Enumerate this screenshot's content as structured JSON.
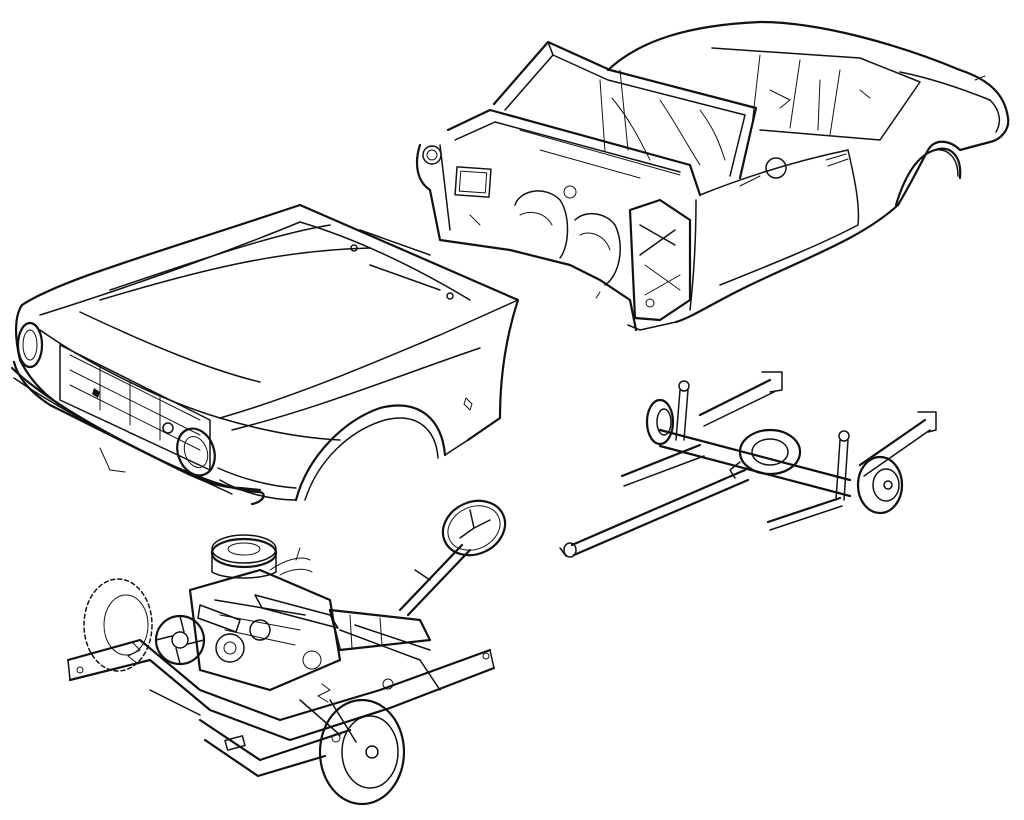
{
  "illustration": {
    "parts": [
      {
        "id": "body-shell",
        "icon": "convertible-body-shell-icon"
      },
      {
        "id": "front-sheetmetal",
        "icon": "hood-and-fenders-icon"
      },
      {
        "id": "rear-axle",
        "icon": "rear-axle-assembly-icon"
      },
      {
        "id": "front-subframe",
        "icon": "engine-subframe-icon"
      }
    ],
    "colors": {
      "ink": "#111111",
      "paper": "#ffffff"
    }
  }
}
